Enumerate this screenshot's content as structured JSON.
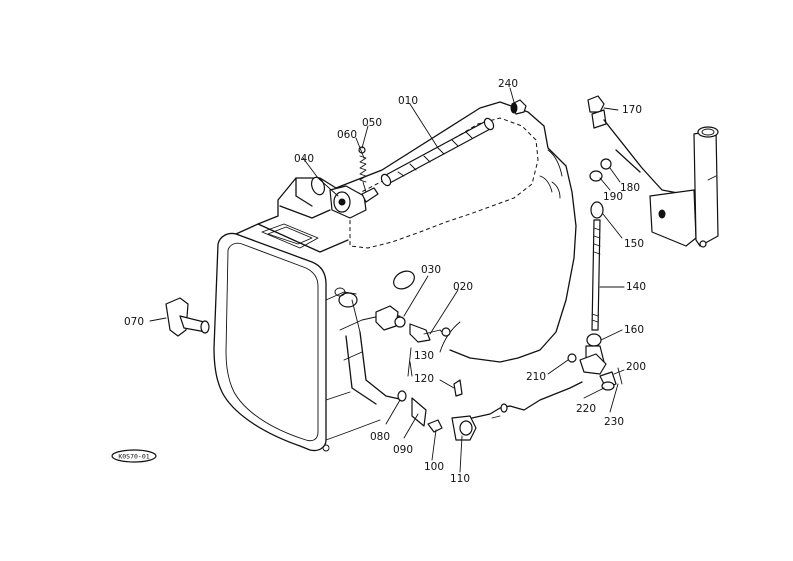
{
  "diagram": {
    "callouts": [
      {
        "id": "010",
        "text": "010"
      },
      {
        "id": "020",
        "text": "020"
      },
      {
        "id": "030",
        "text": "030"
      },
      {
        "id": "040",
        "text": "040"
      },
      {
        "id": "050",
        "text": "050"
      },
      {
        "id": "060",
        "text": "060"
      },
      {
        "id": "070",
        "text": "070"
      },
      {
        "id": "080",
        "text": "080"
      },
      {
        "id": "090",
        "text": "090"
      },
      {
        "id": "100",
        "text": "100"
      },
      {
        "id": "110",
        "text": "110"
      },
      {
        "id": "120",
        "text": "120"
      },
      {
        "id": "130",
        "text": "130"
      },
      {
        "id": "140",
        "text": "140"
      },
      {
        "id": "150",
        "text": "150"
      },
      {
        "id": "160",
        "text": "160"
      },
      {
        "id": "170",
        "text": "170"
      },
      {
        "id": "180",
        "text": "180"
      },
      {
        "id": "190",
        "text": "190"
      },
      {
        "id": "200",
        "text": "200"
      },
      {
        "id": "210",
        "text": "210"
      },
      {
        "id": "220",
        "text": "220"
      },
      {
        "id": "230",
        "text": "230"
      },
      {
        "id": "240",
        "text": "240"
      }
    ],
    "stamp": "K0S70-01"
  }
}
